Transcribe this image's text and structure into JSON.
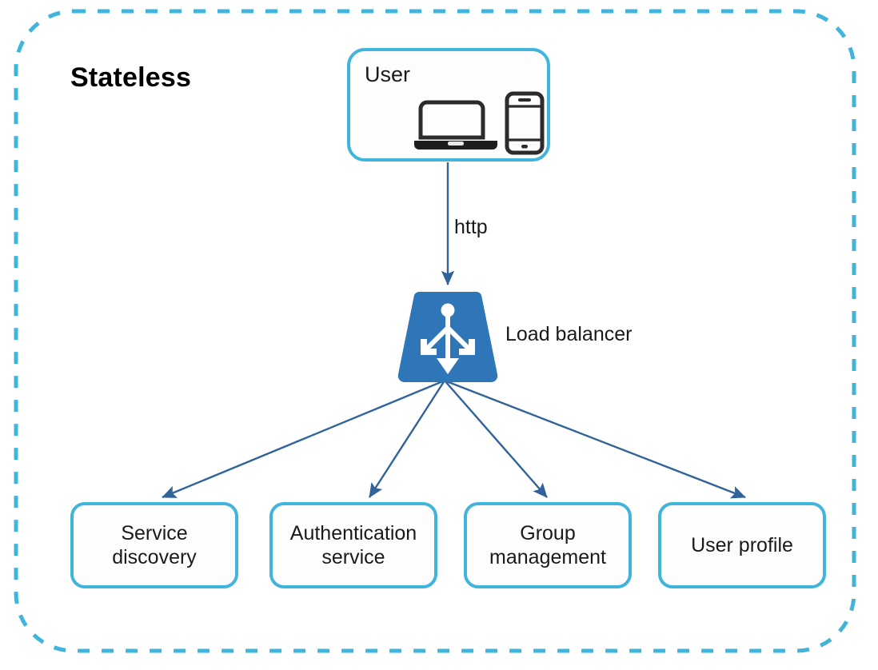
{
  "diagram": {
    "title": "Stateless",
    "boundary": {
      "style": "dashed-rounded-rectangle",
      "color": "#41b4dc"
    },
    "colors": {
      "boundary_dashed": "#41b4dc",
      "node_border": "#41b4dc",
      "load_balancer_fill": "#2e76b8",
      "arrow": "#2f6399",
      "text": "#1a1a1a",
      "title_text": "#000000",
      "device_icon": "#2b2b2b"
    },
    "nodes": {
      "user": {
        "label": "User",
        "icons": [
          "laptop-icon",
          "smartphone-icon"
        ]
      },
      "load_balancer": {
        "label": "Load balancer",
        "icon": "load-balancer-branching-arrow-icon",
        "shape": "trapezoid"
      }
    },
    "services": [
      {
        "id": "service-discovery",
        "label": "Service\ndiscovery",
        "line1": "Service",
        "line2": "discovery"
      },
      {
        "id": "authentication-service",
        "label": "Authentication\nservice",
        "line1": "Authentication",
        "line2": "service"
      },
      {
        "id": "group-management",
        "label": "Group\nmanagement",
        "line1": "Group",
        "line2": "management"
      },
      {
        "id": "user-profile",
        "label": "User profile",
        "line1": "User profile",
        "line2": ""
      }
    ],
    "edges": [
      {
        "from": "user",
        "to": "load-balancer",
        "label": "http"
      },
      {
        "from": "load-balancer",
        "to": "service-discovery",
        "label": ""
      },
      {
        "from": "load-balancer",
        "to": "authentication-service",
        "label": ""
      },
      {
        "from": "load-balancer",
        "to": "group-management",
        "label": ""
      },
      {
        "from": "load-balancer",
        "to": "user-profile",
        "label": ""
      }
    ]
  }
}
